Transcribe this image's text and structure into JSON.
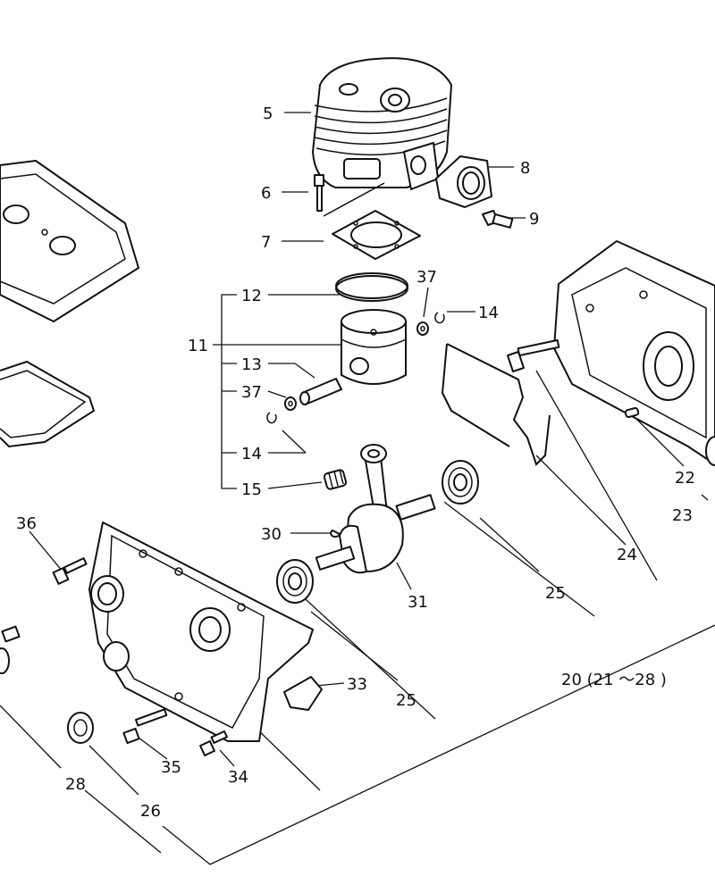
{
  "labels": {
    "p5": "5",
    "p6": "6",
    "p7": "7",
    "p8": "8",
    "p9": "9",
    "p11": "11",
    "p12": "12",
    "p13": "13",
    "p14a": "14",
    "p14b": "14",
    "p15": "15",
    "p20": "20 (21 ～28 )",
    "p22": "22",
    "p23": "23",
    "p24": "24",
    "p25a": "25",
    "p25b": "25",
    "p26": "26",
    "p28": "28",
    "p30": "30",
    "p31": "31",
    "p33": "33",
    "p34": "34",
    "p35": "35",
    "p36": "36",
    "p37a": "37",
    "p37b": "37"
  }
}
